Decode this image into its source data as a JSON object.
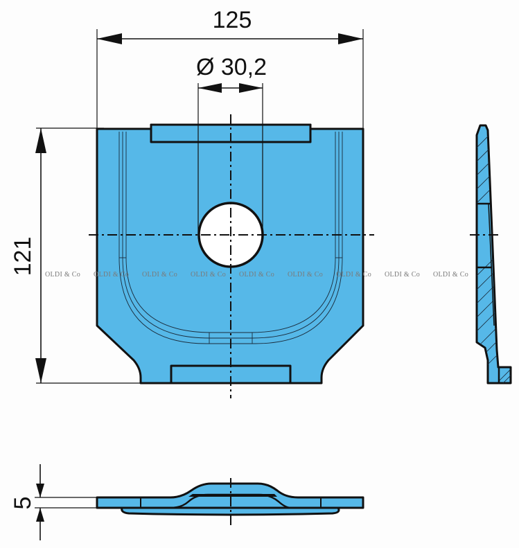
{
  "drawing": {
    "dimensions": {
      "width": "125",
      "hole_diameter": "Ø 30,2",
      "height": "121",
      "thickness": "5"
    },
    "watermark": {
      "text": "OLDI & Co",
      "repeat_count": 9
    },
    "views": [
      "front-view",
      "side-section-view",
      "bottom-section-view"
    ],
    "colors": {
      "part_fill": "#56b8e8",
      "outline": "#111111",
      "background": "#fdfdfd"
    }
  },
  "watermarks": [
    "OLDI & Co",
    "OLDI & Co",
    "OLDI & Co",
    "OLDI & Co",
    "OLDI & Co",
    "OLDI & Co",
    "OLDI & Co",
    "OLDI & Co",
    "OLDI & Co"
  ]
}
